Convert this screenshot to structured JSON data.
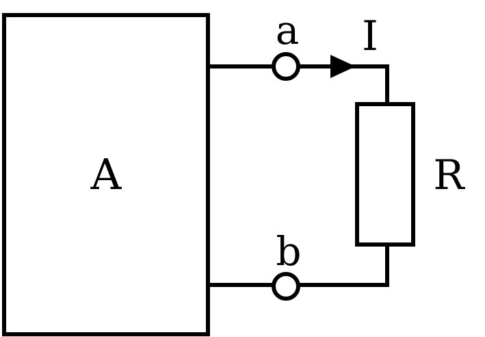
{
  "diagram": {
    "network_label": "A",
    "terminal_top_label": "a",
    "terminal_bottom_label": "b",
    "current_label": "I",
    "resistor_label": "R",
    "line_color": "#000000",
    "background_color": "#ffffff"
  }
}
